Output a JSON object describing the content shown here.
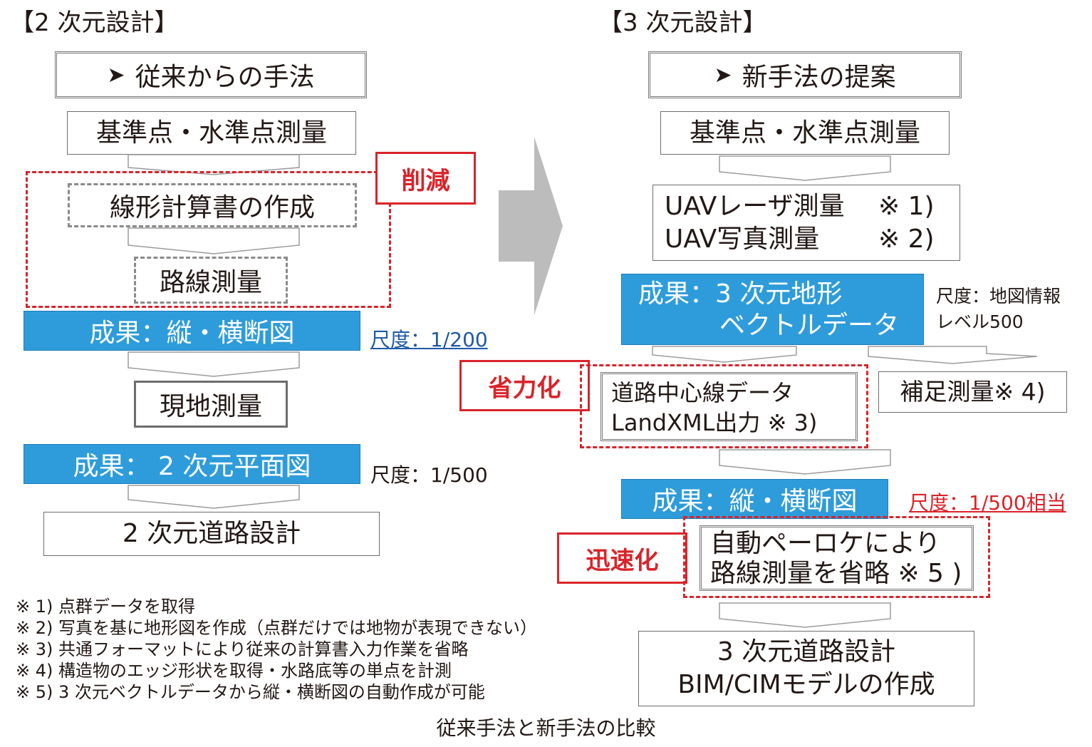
{
  "colors": {
    "banner": "#2e9cdb",
    "red": "#d9242a",
    "link_blue": "#1e5aa8",
    "arrow_gray": "#bcbcbc"
  },
  "left": {
    "heading": "【2 次元設計】",
    "method_title": "従来からの手法",
    "step_survey": "基準点・水準点測量",
    "reduction_tag": "削減",
    "step_alignment_calc": "線形計算書の作成",
    "step_route_survey": "路線測量",
    "result_profile": "成果：縦・横断図",
    "scale_profile": "尺度：1/200",
    "step_site_survey": "現地測量",
    "result_plan": "成果： 2 次元平面図",
    "scale_plan": "尺度：1/500",
    "step_road_design": "2 次元道路設計"
  },
  "right": {
    "heading": "【3 次元設計】",
    "method_title": "新手法の提案",
    "step_survey": "基準点・水準点測量",
    "uav_laser": "UAVレーザ測量",
    "uav_laser_note": "※ 1)",
    "uav_photo": "UAV写真測量",
    "uav_photo_note": "※ 2)",
    "result_3d_line1": "成果：3 次元地形",
    "result_3d_line2": "ベクトルデータ",
    "scale_3d_line1": "尺度：地図情報",
    "scale_3d_line2": "レベル500",
    "laborsaving_tag": "省力化",
    "centerline_line1": "道路中心線データ",
    "centerline_line2": "LandXML出力 ※ 3)",
    "supplement_survey": "補足測量※ 4)",
    "result_profile": "成果：縦・横断図",
    "scale_profile": "尺度：1/500相当",
    "speedup_tag": "迅速化",
    "auto_line1": "自動ペーロケにより",
    "auto_line2": "路線測量を省略 ※ 5 )",
    "design_line1": "3 次元道路設計",
    "design_line2": "BIM/CIMモデルの作成"
  },
  "notes": [
    "※ 1) 点群データを取得",
    "※ 2) 写真を基に地形図を作成（点群だけでは地物が表現できない）",
    "※ 3) 共通フォーマットにより従来の計算書入力作業を省略",
    "※ 4) 構造物のエッジ形状を取得・水路底等の単点を計測",
    "※ 5) 3 次元ベクトルデータから縦・横断図の自動作成が可能"
  ],
  "caption": "従来手法と新手法の比較"
}
